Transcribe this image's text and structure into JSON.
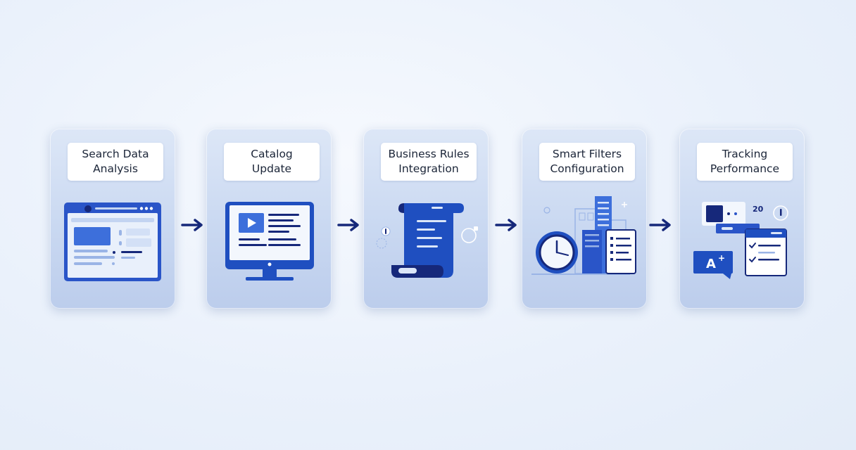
{
  "steps": [
    {
      "line1": "Search Data",
      "line2": "Analysis",
      "icon": "browser-search-icon"
    },
    {
      "line1": "Catalog",
      "line2": "Update",
      "icon": "monitor-video-icon"
    },
    {
      "line1": "Business Rules",
      "line2": "Integration",
      "icon": "scroll-document-icon"
    },
    {
      "line1": "Smart Filters",
      "line2": "Configuration",
      "icon": "clock-buildings-icon"
    },
    {
      "line1": "Tracking",
      "line2": "Performance",
      "icon": "checklist-grade-icon"
    }
  ],
  "illustration_text": {
    "tracking_number": "20",
    "grade": "A",
    "grade_plus": "+"
  },
  "colors": {
    "primary": "#1f4fc0",
    "dark": "#16287a",
    "mid": "#3a6fd8",
    "light": "#dbe6f8"
  },
  "arrows": [
    "arrow-icon",
    "arrow-icon",
    "arrow-icon",
    "arrow-icon"
  ]
}
